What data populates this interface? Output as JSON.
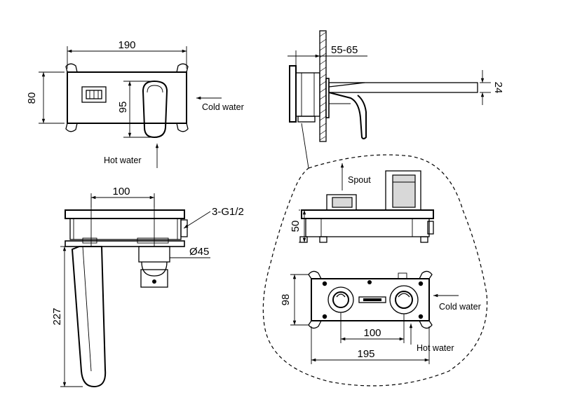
{
  "dimensions": {
    "front_width": "190",
    "front_height": "80",
    "lever_height": "95",
    "bottom_width": "100",
    "thread": "3-G1/2",
    "diameter": "Ø45",
    "spout_length": "227",
    "wall_depth": "55-65",
    "spout_thickness": "24",
    "box_height": "50",
    "box_depth": "98",
    "box_centers": "100",
    "box_width": "195"
  },
  "labels": {
    "cold_water_top": "Cold water",
    "hot_water_top": "Hot water",
    "spout": "Spout",
    "cold_water_box": "Cold water",
    "hot_water_box": "Hot water"
  }
}
